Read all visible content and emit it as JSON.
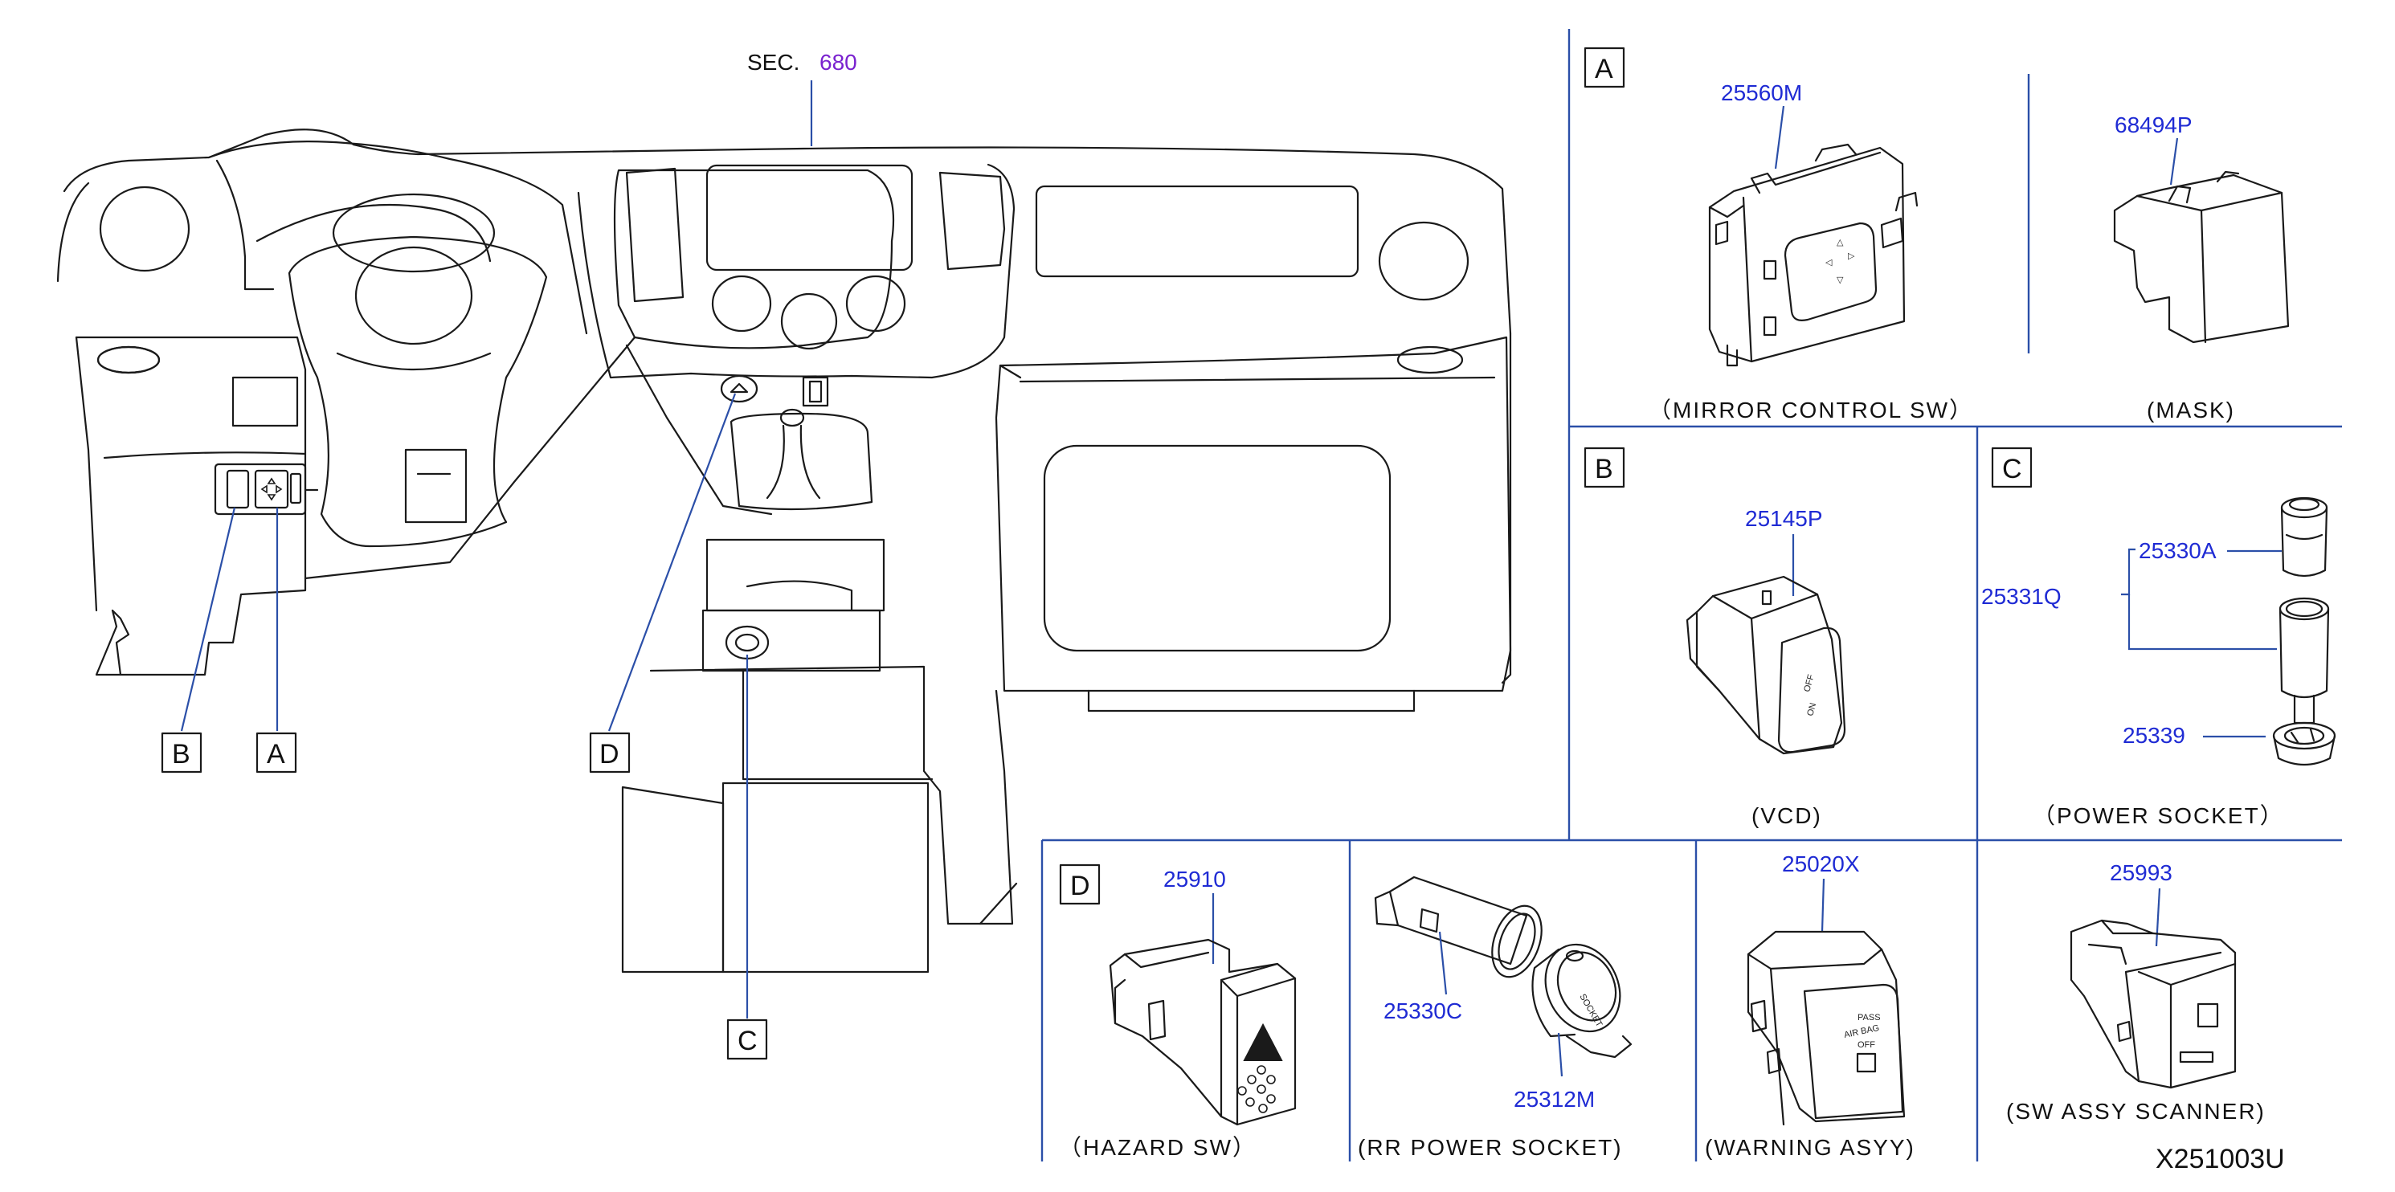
{
  "section_ref": {
    "prefix": "SEC.",
    "number": "680"
  },
  "callout_letters": {
    "a": "A",
    "b": "B",
    "c": "C",
    "d": "D"
  },
  "panels": {
    "a": {
      "letter": "A",
      "parts": [
        {
          "number": "25560M",
          "caption": "（MIRROR   CONTROL   SW）"
        },
        {
          "number": "68494P",
          "caption": "(MASK)"
        }
      ]
    },
    "b": {
      "letter": "B",
      "parts": [
        {
          "number": "25145P",
          "caption": "(VCD)"
        }
      ],
      "switch_text": [
        "OFF",
        "ON"
      ]
    },
    "c": {
      "letter": "C",
      "assembly_number": "25331Q",
      "parts": [
        {
          "number": "25330A"
        },
        {
          "number": "25339"
        }
      ],
      "caption": "（POWER   SOCKET）"
    },
    "d": {
      "letter": "D",
      "parts": [
        {
          "number": "25910",
          "caption": "（HAZARD   SW）"
        },
        {
          "number": "25330C"
        },
        {
          "number": "25312M"
        },
        {
          "number": "25020X",
          "caption": "(WARNING   ASYY)"
        },
        {
          "number": "25993",
          "caption": "(SW   ASSY   SCANNER)"
        }
      ],
      "rr_caption": "(RR   POWER   SOCKET)",
      "socket_text": "SOCKET",
      "warning_text": [
        "PASS",
        "AIR BAG",
        "OFF"
      ]
    }
  },
  "diagram_code": "X251003U",
  "colors": {
    "part_number": "#1f2bd4",
    "section_number": "#7a22cf",
    "leader": "#2b4fa8",
    "line": "#1a1a1a"
  }
}
